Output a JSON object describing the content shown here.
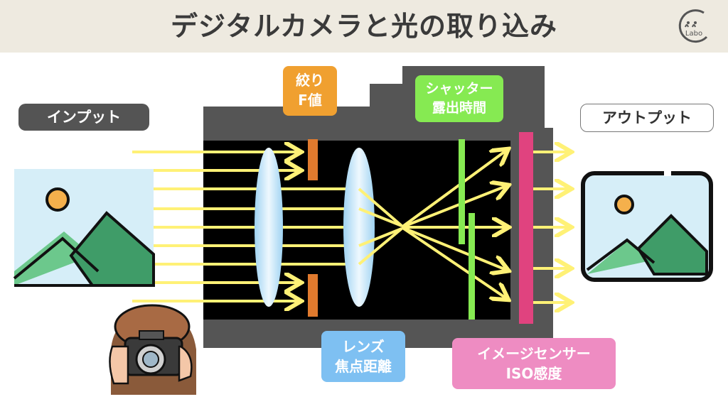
{
  "title": "デジタルカメラと光の取り込み",
  "logo": {
    "text": "Labo"
  },
  "labels": {
    "input": "インプット",
    "output": "アウトプット",
    "aperture": {
      "line1": "絞り",
      "line2": "F値"
    },
    "shutter": {
      "line1": "シャッター",
      "line2": "露出時間"
    },
    "lens": {
      "line1": "レンズ",
      "line2": "焦点距離"
    },
    "sensor": {
      "line1": "イメージセンサー",
      "line2": "ISO感度"
    }
  },
  "colors": {
    "header_bg": "#eeeae0",
    "camera_body": "#555555",
    "camera_interior": "#000000",
    "light_ray": "#fff176",
    "aperture": "#e07a2e",
    "shutter": "#86ea52",
    "sensor": "#e0437f",
    "lens": "#bfe1f5",
    "sky": "#d6eef8",
    "mountain_light": "#6cc88c",
    "mountain_dark": "#3f9c68",
    "sun": "#f5b04c"
  },
  "icons": [
    "input-landscape-image",
    "output-landscape-image",
    "photographer-icon",
    "logo-icon"
  ]
}
